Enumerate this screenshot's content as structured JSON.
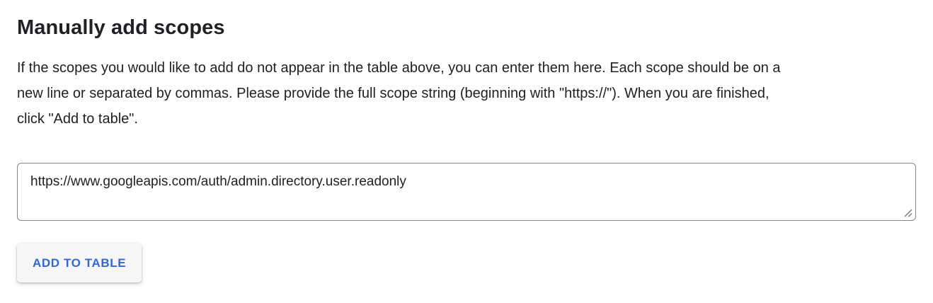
{
  "section": {
    "title": "Manually add scopes",
    "description_lines": [
      "If the scopes you would like to add do not appear in the table above, you can enter them here. Each scope should be on a",
      "new line or separated by commas. Please provide the full scope string (beginning with \"https://\"). When you are finished,",
      "click \"Add to table\"."
    ],
    "scope_input": {
      "value": "https://www.googleapis.com/auth/admin.directory.user.readonly"
    },
    "add_button_label": "ADD TO TABLE"
  },
  "colors": {
    "text": "#202124",
    "textarea_border": "#80868b",
    "button_bg": "#f6f6f6",
    "button_text": "#3367d6"
  }
}
